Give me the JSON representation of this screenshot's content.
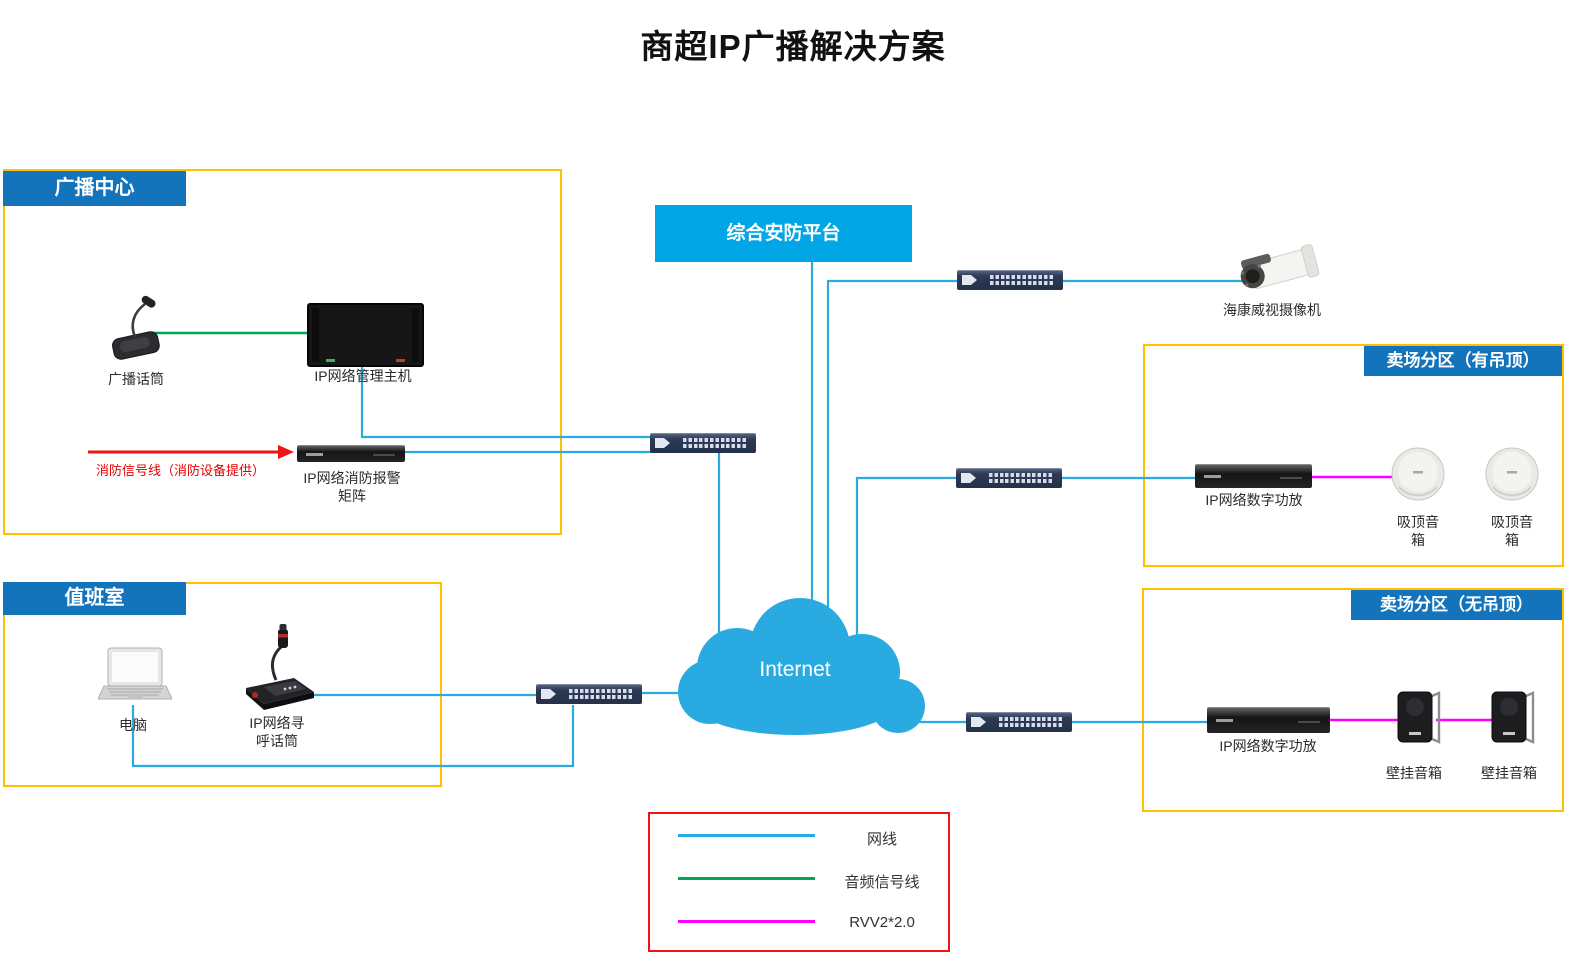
{
  "title": "商超IP广播解决方案",
  "colors": {
    "network_line": "#29abe2",
    "audio_line": "#00a651",
    "rvv_line": "#ff00ff",
    "fire_line": "#f01414",
    "cloud": "#29abe2",
    "section_header_bg": "#1374bc",
    "platform_bg": "#00a6e6",
    "group_border": "#ffc000",
    "legend_border": "#f01414"
  },
  "broadcast_center": {
    "label": "广播中心",
    "mic_label": "广播话筒",
    "host_label": "IP网络管理主机",
    "fire_matrix_label": "IP网络消防报警\n矩阵",
    "fire_note": "消防信号线（消防设备提供）"
  },
  "duty_room": {
    "label": "值班室",
    "computer_label": "电脑",
    "paging_mic_label": "IP网络寻\n呼话筒"
  },
  "security_platform": {
    "label": "综合安防平台"
  },
  "camera": {
    "label": "海康威视摄像机"
  },
  "internet": {
    "label": "Internet"
  },
  "zone_ceiling": {
    "label": "卖场分区（有吊顶）",
    "amp_label": "IP网络数字功放",
    "speaker1_label": "吸顶音\n箱",
    "speaker2_label": "吸顶音\n箱"
  },
  "zone_no_ceiling": {
    "label": "卖场分区（无吊顶）",
    "amp_label": "IP网络数字功放",
    "speaker1_label": "壁挂音箱",
    "speaker2_label": "壁挂音箱"
  },
  "legend": {
    "items": [
      {
        "label": "网线",
        "color": "#29abe2"
      },
      {
        "label": "音频信号线",
        "color": "#00a651"
      },
      {
        "label": "RVV2*2.0",
        "color": "#ff00ff"
      }
    ]
  }
}
